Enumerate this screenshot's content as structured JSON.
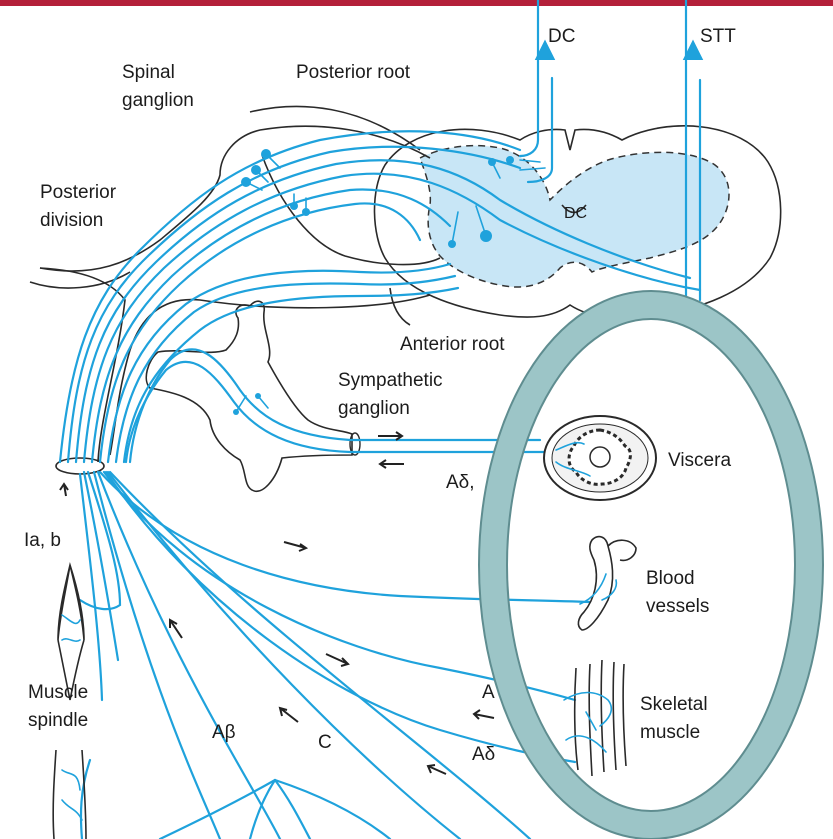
{
  "colors": {
    "top_bar": "#b4203a",
    "nerve": "#1fa2dc",
    "grey_matter": "#c8e6f6",
    "oval_ring": "#9cc5c7",
    "oval_ring_edge": "#5f8d90"
  },
  "labels": {
    "dc": "DC",
    "stt": "STT",
    "spinal_ganglion_1": "Spinal",
    "spinal_ganglion_2": "ganglion",
    "posterior_root": "Posterior root",
    "posterior_division_1": "Posterior",
    "posterior_division_2": "division",
    "dorsal_horn": "DC",
    "anterior_root": "Anterior root",
    "sympathetic_ganglion_1": "Sympathetic",
    "sympathetic_ganglion_2": "ganglion",
    "a_delta_viscera": "Aδ,",
    "viscera": "Viscera",
    "ia_b": "Ia, b",
    "blood_vessels_1": "Blood",
    "blood_vessels_2": "vessels",
    "muscle_spindle_1": "Muscle",
    "muscle_spindle_2": "spindle",
    "a_beta": "Aβ",
    "c_fiber": "C",
    "a_partial": "A",
    "a_delta_muscle": "Aδ",
    "skeletal_muscle_1": "Skeletal",
    "skeletal_muscle_2": "muscle"
  },
  "icons": [
    "spinal-cord-icon",
    "sympathetic-ganglion-icon",
    "viscera-icon",
    "blood-vessel-icon",
    "skeletal-muscle-icon",
    "muscle-spindle-icon"
  ]
}
